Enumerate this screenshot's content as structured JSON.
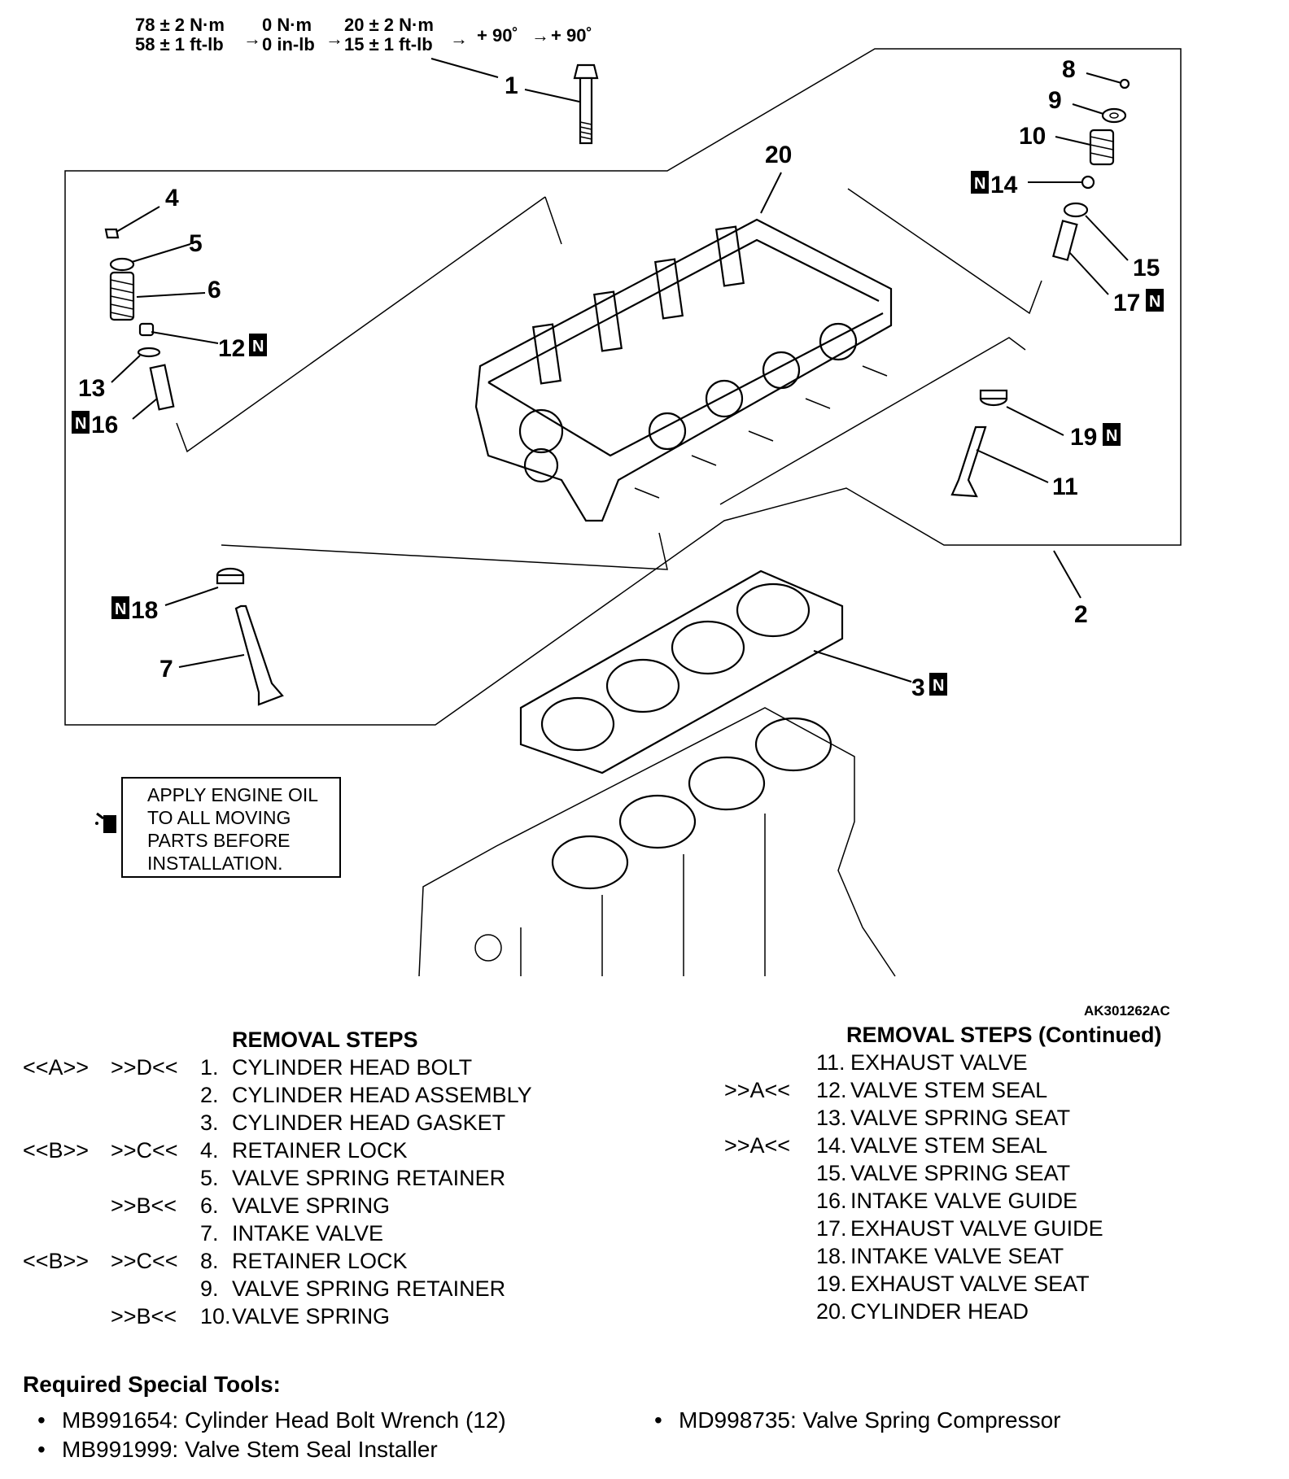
{
  "torque_spec": {
    "s1_metric": "78 ± 2 N·m",
    "s1_imperial": "58 ± 1 ft-lb",
    "s2_metric": "0 N·m",
    "s2_imperial": "0 in-lb",
    "s3_metric": "20 ± 2 N·m",
    "s3_imperial": "15 ± 1 ft-lb",
    "s4": "+ 90˚",
    "s5": "+ 90˚",
    "arrow": "→"
  },
  "callouts": {
    "c1": "1",
    "c2": "2",
    "c3": "3",
    "c4": "4",
    "c5": "5",
    "c6": "6",
    "c7": "7",
    "c8": "8",
    "c9": "9",
    "c10": "10",
    "c11": "11",
    "c12": "12",
    "c13": "13",
    "c14": "14",
    "c15": "15",
    "c16": "16",
    "c17": "17",
    "c18": "18",
    "c19": "19",
    "c20": "20",
    "new_mark": "N"
  },
  "note": {
    "lines": [
      "APPLY ENGINE OIL",
      "TO ALL MOVING",
      "PARTS BEFORE",
      "INSTALLATION."
    ],
    "icon": "oil-can-icon"
  },
  "figure_ref": "AK301262AC",
  "removal_steps": {
    "title": "REMOVAL STEPS",
    "items": [
      {
        "rem": "<<A>>",
        "inst": ">>D<<",
        "num": "1.",
        "name": "CYLINDER HEAD BOLT"
      },
      {
        "rem": "",
        "inst": "",
        "num": "2.",
        "name": "CYLINDER HEAD ASSEMBLY"
      },
      {
        "rem": "",
        "inst": "",
        "num": "3.",
        "name": "CYLINDER HEAD GASKET"
      },
      {
        "rem": "<<B>>",
        "inst": ">>C<<",
        "num": "4.",
        "name": "RETAINER LOCK"
      },
      {
        "rem": "",
        "inst": "",
        "num": "5.",
        "name": "VALVE SPRING RETAINER"
      },
      {
        "rem": "",
        "inst": ">>B<<",
        "num": "6.",
        "name": "VALVE SPRING"
      },
      {
        "rem": "",
        "inst": "",
        "num": "7.",
        "name": "INTAKE VALVE"
      },
      {
        "rem": "<<B>>",
        "inst": ">>C<<",
        "num": "8.",
        "name": "RETAINER LOCK"
      },
      {
        "rem": "",
        "inst": "",
        "num": "9.",
        "name": "VALVE SPRING RETAINER"
      },
      {
        "rem": "",
        "inst": ">>B<<",
        "num": "10.",
        "name": "VALVE SPRING"
      }
    ]
  },
  "removal_steps_cont": {
    "title": "REMOVAL STEPS (Continued)",
    "items": [
      {
        "inst": "",
        "num": "11.",
        "name": "EXHAUST VALVE"
      },
      {
        "inst": ">>A<<",
        "num": "12.",
        "name": "VALVE STEM SEAL"
      },
      {
        "inst": "",
        "num": "13.",
        "name": "VALVE SPRING SEAT"
      },
      {
        "inst": ">>A<<",
        "num": "14.",
        "name": "VALVE STEM SEAL"
      },
      {
        "inst": "",
        "num": "15.",
        "name": "VALVE SPRING SEAT"
      },
      {
        "inst": "",
        "num": "16.",
        "name": "INTAKE VALVE GUIDE"
      },
      {
        "inst": "",
        "num": "17.",
        "name": "EXHAUST VALVE GUIDE"
      },
      {
        "inst": "",
        "num": "18.",
        "name": "INTAKE VALVE SEAT"
      },
      {
        "inst": "",
        "num": "19.",
        "name": "EXHAUST VALVE SEAT"
      },
      {
        "inst": "",
        "num": "20.",
        "name": "CYLINDER HEAD"
      }
    ]
  },
  "tools": {
    "title": "Required Special Tools:",
    "items": [
      "MB991654: Cylinder Head Bolt Wrench (12)",
      "MB991999: Valve Stem Seal Installer",
      "MD998735: Valve Spring Compressor"
    ]
  }
}
